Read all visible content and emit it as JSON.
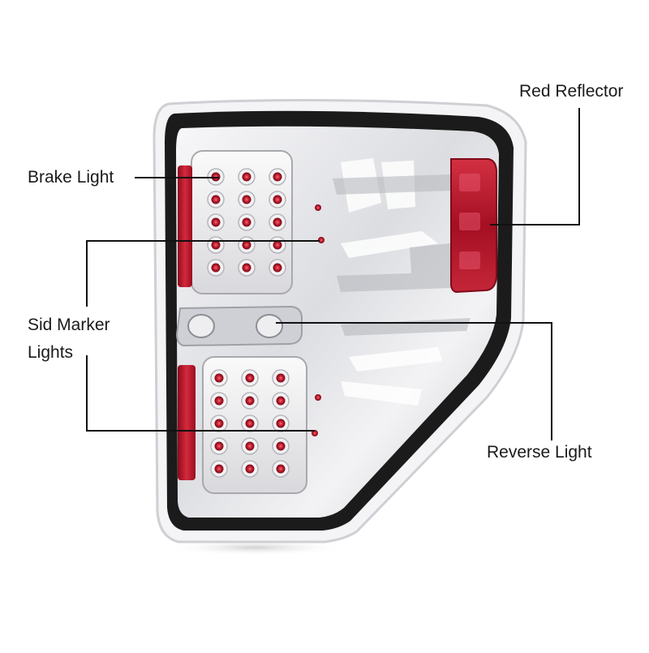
{
  "labels": {
    "red_reflector": "Red Reflector",
    "brake_light": "Brake Light",
    "side_marker_line1": "Sid Marker",
    "side_marker_line2": "Lights",
    "reverse_light": "Reverse Light"
  },
  "colors": {
    "leader_line": "#111111",
    "housing_outline": "#1b1b1b",
    "chrome": "#e9e9ec",
    "led_red": "#c0182b",
    "reflector_red": "#b3132a"
  }
}
